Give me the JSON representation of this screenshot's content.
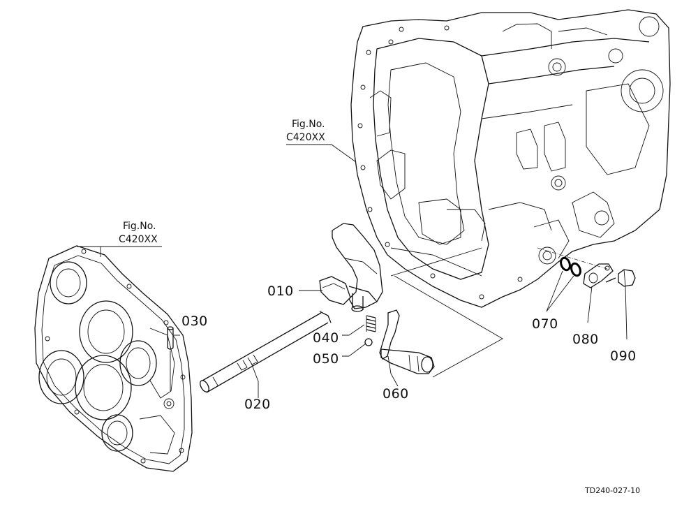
{
  "fig_refs": [
    {
      "line1": "Fig.No.",
      "line2": "C420XX"
    },
    {
      "line1": "Fig.No.",
      "line2": "C420XX"
    }
  ],
  "parts": [
    "010",
    "020",
    "030",
    "040",
    "050",
    "060",
    "070",
    "080",
    "090"
  ],
  "drawing_code": "TD240-027-10"
}
